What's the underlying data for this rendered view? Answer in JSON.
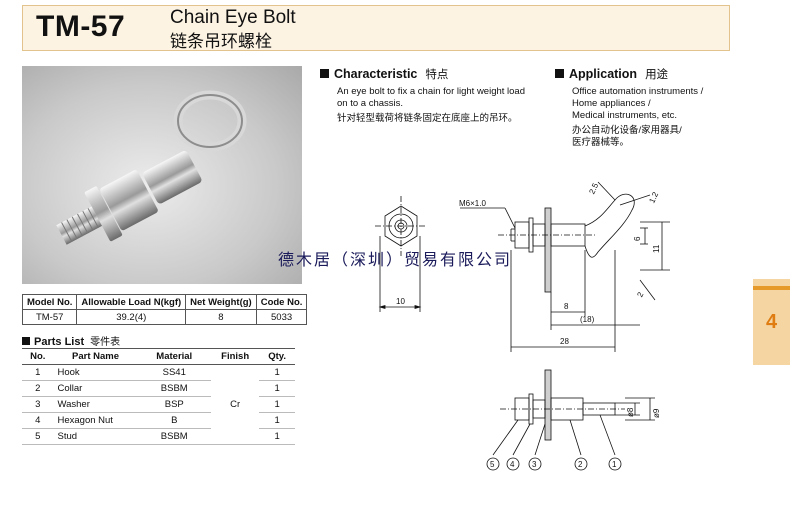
{
  "header": {
    "model": "TM-57",
    "title_en": "Chain Eye Bolt",
    "title_cn": "链条吊环螺栓"
  },
  "spec_table": {
    "headers": [
      "Model No.",
      "Allowable Load N(kgf)",
      "Net Weight(g)",
      "Code No."
    ],
    "row": [
      "TM-57",
      "39.2(4)",
      "8",
      "5033"
    ]
  },
  "parts": {
    "title": "Parts List",
    "title_cn": "零件表",
    "headers": [
      "No.",
      "Part Name",
      "Material",
      "Finish",
      "Qty."
    ],
    "finish": "Cr",
    "rows": [
      {
        "no": "1",
        "name": "Hook",
        "material": "SS41",
        "qty": "1"
      },
      {
        "no": "2",
        "name": "Collar",
        "material": "BSBM",
        "qty": "1"
      },
      {
        "no": "3",
        "name": "Washer",
        "material": "BSP",
        "qty": "1"
      },
      {
        "no": "4",
        "name": "Hexagon Nut",
        "material": "B",
        "qty": "1"
      },
      {
        "no": "5",
        "name": "Stud",
        "material": "BSBM",
        "qty": "1"
      }
    ]
  },
  "characteristic": {
    "title": "Characteristic",
    "title_cn": "特点",
    "line1": "An eye bolt to fix a chain for light weight load",
    "line2": "on to a chassis.",
    "cn": "针对轻型载荷将链条固定在底座上的吊环。"
  },
  "application": {
    "title": "Application",
    "title_cn": "用途",
    "line1": "Office automation instruments /",
    "line2": "Home appliances /",
    "line3": "Medical instruments, etc.",
    "cn1": "办公自动化设备/家用器具/",
    "cn2": "医疗器械等。"
  },
  "drawing": {
    "thread": "M6×1.0",
    "dims": {
      "d10": "10",
      "d8": "8",
      "d18": "(18)",
      "d28": "28",
      "d6": "6",
      "d11": "11",
      "d25": "2.5",
      "d12": "1.2",
      "d2": "2",
      "phi8": "ø8",
      "phi9": "ø9"
    },
    "callouts": [
      "5",
      "4",
      "3",
      "2",
      "1"
    ]
  },
  "side_tab": {
    "number": "4"
  },
  "watermark": "德木居（深圳）贸易有限公司",
  "colors": {
    "accent": "#e59a2a",
    "header_bg": "#fdf3e3",
    "tab_bg": "#f5d6a3"
  }
}
